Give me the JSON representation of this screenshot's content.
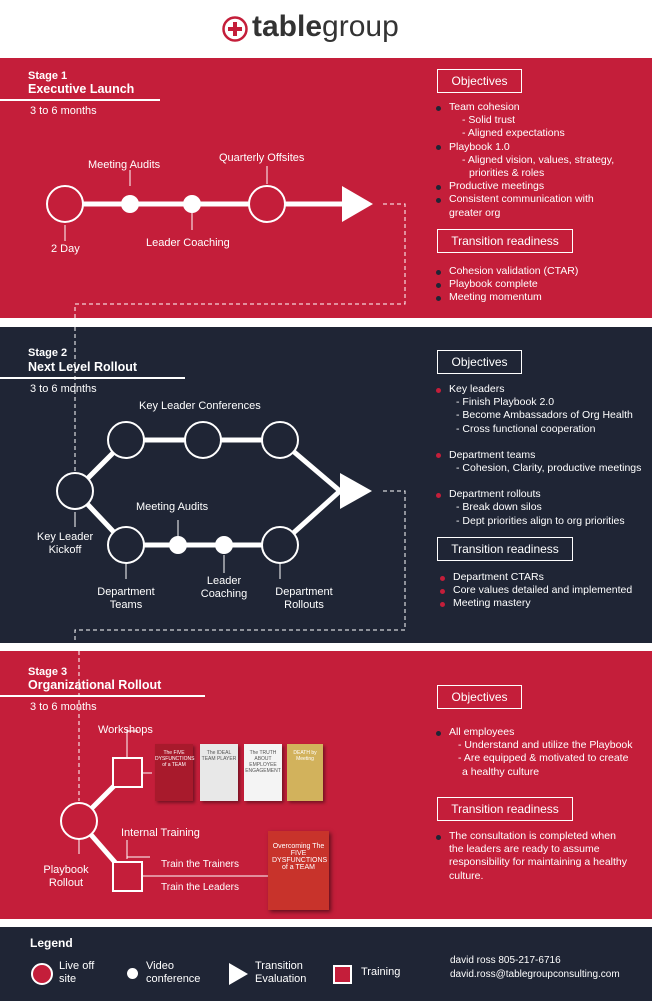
{
  "brand": {
    "name_bold": "table",
    "name_light": "group"
  },
  "stages": [
    {
      "label": "Stage 1",
      "title": "Executive Launch",
      "duration": "3 to 6 months",
      "nodes": {
        "day": "2 Day",
        "audits": "Meeting Audits",
        "coaching": "Leader Coaching",
        "offsites": "Quarterly Offsites"
      },
      "objectives_title": "Objectives",
      "objectives": [
        {
          "text": "Team cohesion",
          "sub": [
            "- Solid trust",
            "- Aligned  expectations"
          ]
        },
        {
          "text": "Playbook 1.0",
          "sub": [
            "- Aligned vision, values, strategy,",
            "  priorities & roles"
          ]
        },
        {
          "text": "Productive meetings",
          "sub": []
        },
        {
          "text": "Consistent communication with",
          "sub": [
            "greater org"
          ]
        }
      ],
      "readiness_title": "Transition readiness",
      "readiness": [
        "Cohesion validation (CTAR)",
        "Playbook complete",
        "Meeting momentum"
      ]
    },
    {
      "label": "Stage 2",
      "title": "Next Level Rollout",
      "duration": "3 to 6 months",
      "nodes": {
        "conferences": "Key Leader Conferences",
        "kickoff_1": "Key Leader",
        "kickoff_2": "Kickoff",
        "audits": "Meeting Audits",
        "teams_1": "Department",
        "teams_2": "Teams",
        "coaching_1": "Leader",
        "coaching_2": "Coaching",
        "rollouts_1": "Department",
        "rollouts_2": "Rollouts"
      },
      "objectives_title": "Objectives",
      "objectives": [
        {
          "text": "Key leaders",
          "sub": [
            "- Finish  Playbook 2.0",
            "- Become Ambassadors of Org Health",
            "- Cross functional cooperation"
          ]
        },
        {
          "text": "Department teams",
          "sub": [
            "- Cohesion, Clarity, productive meetings"
          ]
        },
        {
          "text": "Department rollouts",
          "sub": [
            "- Break down silos",
            "- Dept priorities  align to org priorities"
          ]
        }
      ],
      "readiness_title": "Transition readiness",
      "readiness": [
        "Department CTARs",
        "Core values detailed and implemented",
        "Meeting mastery"
      ]
    },
    {
      "label": "Stage 3",
      "title": "Organizational Rollout",
      "duration": "3 to 6 months",
      "nodes": {
        "workshops": "Workshops",
        "internal": "Internal Training",
        "playbook_1": "Playbook",
        "playbook_2": "Rollout",
        "trainers": "Train the Trainers",
        "leaders": "Train the Leaders"
      },
      "books": [
        "The FIVE DYSFUNCTIONS of a TEAM",
        "The IDEAL TEAM PLAYER",
        "The TRUTH ABOUT EMPLOYEE ENGAGEMENT",
        "DEATH by Meeting",
        "Overcoming The FIVE DYSFUNCTIONS of a TEAM"
      ],
      "objectives_title": "Objectives",
      "objectives": [
        {
          "text": "All employees",
          "sub": [
            "- Understand and utilize the Playbook",
            "- Are equipped & motivated to create",
            "  a healthy culture"
          ]
        }
      ],
      "readiness_title": "Transition readiness",
      "readiness": [
        "The consultation is completed when",
        "the leaders are ready to assume",
        "responsibility for maintaining a healthy",
        "culture."
      ]
    }
  ],
  "legend": {
    "title": "Legend",
    "items": [
      "Live off site",
      "Video conference",
      "Transition Evaluation",
      "Training"
    ],
    "live_1": "Live off",
    "live_2": "site",
    "video_1": "Video",
    "video_2": "conference",
    "trans_1": "Transition",
    "trans_2": "Evaluation",
    "training": "Training"
  },
  "contact": {
    "line1": "david ross 805-217-6716",
    "line2": "david.ross@tablegroupconsulting.com"
  },
  "colors": {
    "red": "#c41e3a",
    "navy": "#1f2535"
  }
}
